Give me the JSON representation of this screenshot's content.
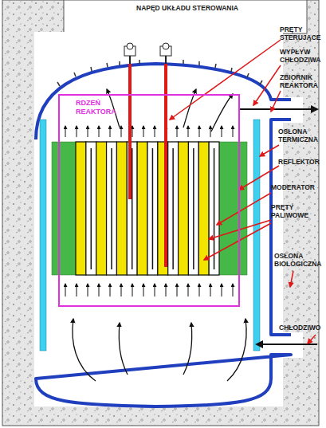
{
  "diagram": {
    "nodes": [
      {
        "text": [
          "RDZEŃ REAKTORA"
        ]
      }
    ],
    "labels": [
      "NAPĘD UKŁADU STEROWANIA",
      "PRĘTY STERUJĄCE",
      "WYPŁYW CHŁODZIWA",
      "ZBIORNIK REAKTORA",
      "OSŁONA TERMICZNA",
      "REFLEKTOR",
      "MODERATOR",
      "PRĘTY PALIWOWE",
      "OSŁONA BIOLOGICZNA",
      "CHŁODZIWO"
    ]
  }
}
